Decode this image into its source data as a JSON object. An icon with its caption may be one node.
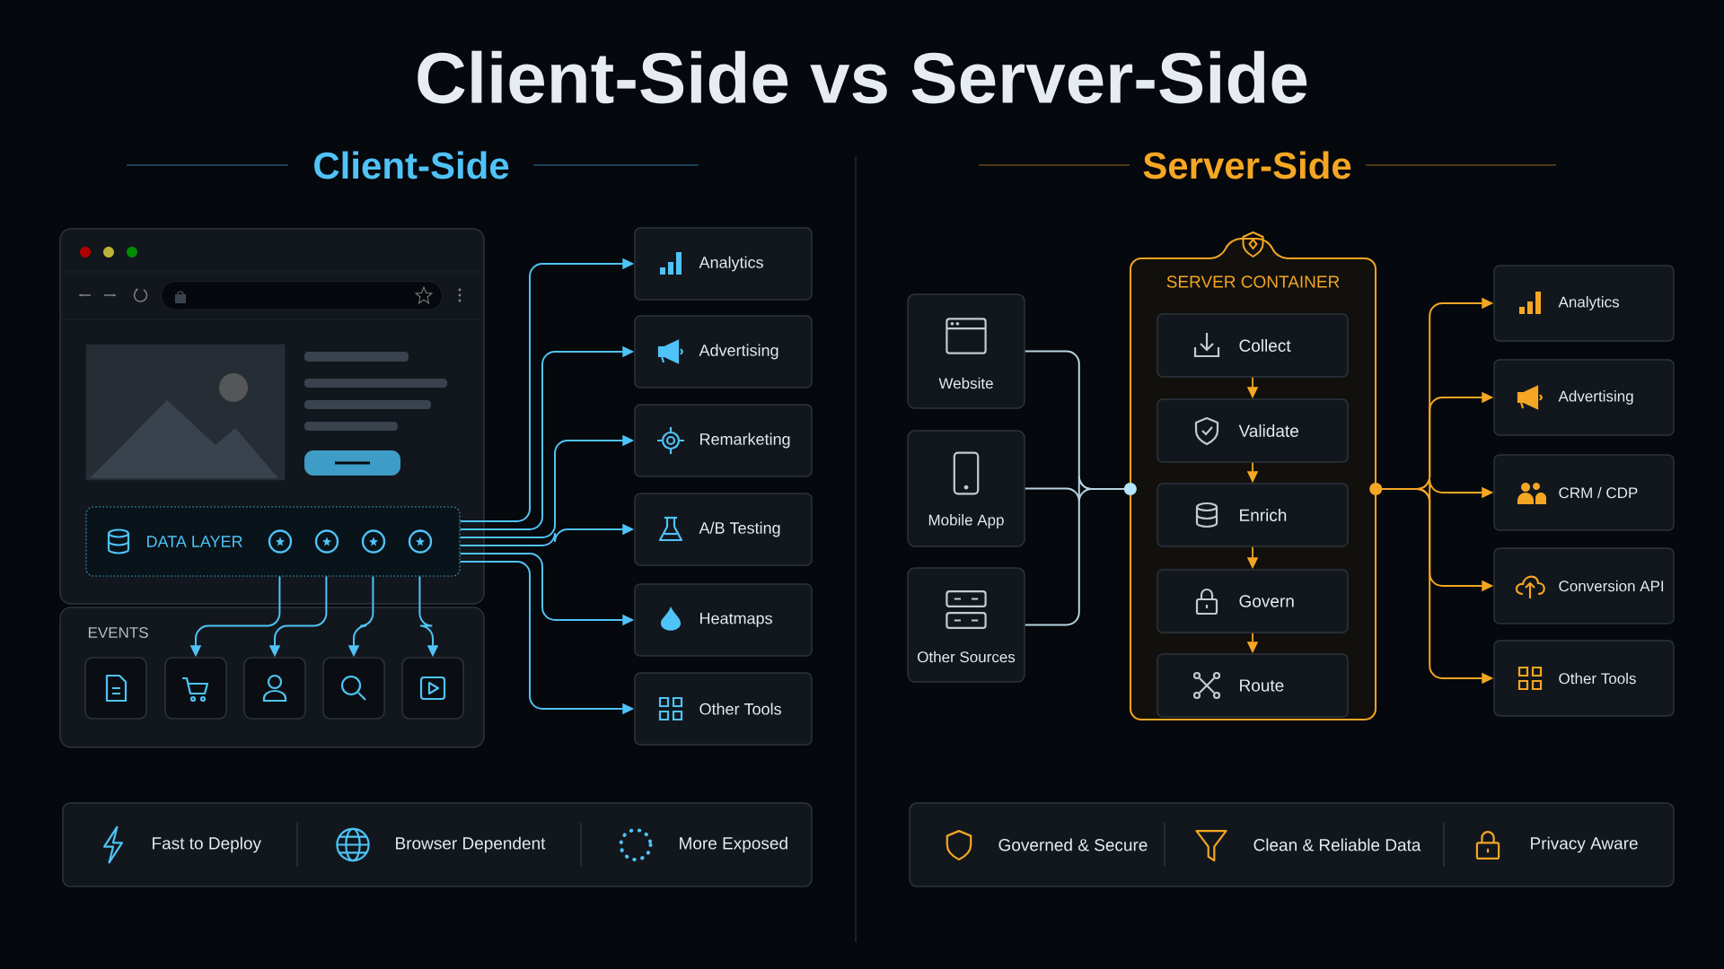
{
  "diagram": {
    "title": "Client-Side vs Server-Side",
    "nodes": [
      {
        "text": [
          "DATA LAYER"
        ]
      },
      {
        "text": [
          "EVENTS"
        ]
      },
      {
        "text": [],
        "shape": "box",
        "in": 1
      },
      {
        "text": [],
        "shape": "box",
        "in": 1
      },
      {
        "text": [],
        "shape": "box",
        "in": 1
      },
      {
        "text": [],
        "shape": "box",
        "in": 1
      },
      {
        "text": [],
        "shape": "box",
        "in": 1
      },
      {
        "text": [
          "Analytics"
        ]
      },
      {
        "text": [
          "Advertising"
        ]
      },
      {
        "text": [
          "Remarketing"
        ]
      },
      {
        "text": [
          "A/B Testing"
        ]
      },
      {
        "text": [
          "Heatmaps"
        ]
      },
      {
        "text": [
          "Other Tools"
        ]
      },
      {
        "text": [
          "Website"
        ]
      },
      {
        "text": [
          "Mobile App"
        ]
      },
      {
        "text": [
          "Other Sources"
        ]
      },
      {
        "text": [
          "SERVER CONTAINER"
        ]
      },
      {
        "text": [
          "Collect"
        ],
        "in": 16
      },
      {
        "text": [
          "Validate"
        ],
        "in": 16
      },
      {
        "text": [
          "Enrich"
        ],
        "in": 16
      },
      {
        "text": [
          "Govern"
        ],
        "in": 16
      },
      {
        "text": [
          "Route"
        ],
        "in": 16
      },
      {
        "text": [
          "Analytics"
        ]
      },
      {
        "text": [
          "Advertising"
        ]
      },
      {
        "text": [
          "CRM / CDP"
        ]
      },
      {
        "text": [
          "Conversion API"
        ]
      },
      {
        "text": [
          "Other Tools"
        ]
      },
      {
        "text": [
          "Fast to Deploy",
          "Browser Dependent",
          "More Exposed"
        ]
      },
      {
        "text": [
          "Governed & Secure",
          "Clean & Reliable Data",
          "Privacy Aware"
        ]
      }
    ],
    "edges": [
      {
        "from": 0,
        "to": 7,
        "arrow": "to"
      },
      {
        "from": 0,
        "to": 8,
        "arrow": "to"
      },
      {
        "from": 0,
        "to": 9,
        "arrow": "to"
      },
      {
        "from": 0,
        "to": 10,
        "arrow": "to"
      },
      {
        "from": 0,
        "to": 11,
        "arrow": "to"
      },
      {
        "from": 0,
        "to": 12,
        "arrow": "to"
      },
      {
        "from": 0,
        "to": 3,
        "arrow": "to"
      },
      {
        "from": 0,
        "to": 4,
        "arrow": "to"
      },
      {
        "from": 0,
        "to": 5,
        "arrow": "to"
      },
      {
        "from": 0,
        "to": 6,
        "arrow": "to"
      },
      {
        "from": 13,
        "to": 16,
        "arrow": "none",
        "color": "#b8d4e0"
      },
      {
        "from": 14,
        "to": 16,
        "arrow": "none",
        "color": "#b8d4e0"
      },
      {
        "from": 15,
        "to": 16,
        "arrow": "none",
        "color": "#b8d4e0"
      },
      {
        "from": 17,
        "to": 18,
        "arrow": "to",
        "color": "#f5a623"
      },
      {
        "from": 18,
        "to": 19,
        "arrow": "to",
        "color": "#f5a623"
      },
      {
        "from": 19,
        "to": 20,
        "arrow": "to",
        "color": "#f5a623"
      },
      {
        "from": 20,
        "to": 21,
        "arrow": "to",
        "color": "#f5a623"
      },
      {
        "from": 16,
        "to": 22,
        "arrow": "to",
        "color": "#f5a623"
      },
      {
        "from": 16,
        "to": 23,
        "arrow": "to",
        "color": "#f5a623"
      },
      {
        "from": 16,
        "to": 24,
        "arrow": "to",
        "color": "#f5a623"
      },
      {
        "from": 16,
        "to": 25,
        "arrow": "to",
        "color": "#f5a623"
      },
      {
        "from": 16,
        "to": 26,
        "arrow": "to",
        "color": "#f5a623"
      }
    ],
    "labels": [
      "Client-Side",
      "Server-Side"
    ]
  }
}
